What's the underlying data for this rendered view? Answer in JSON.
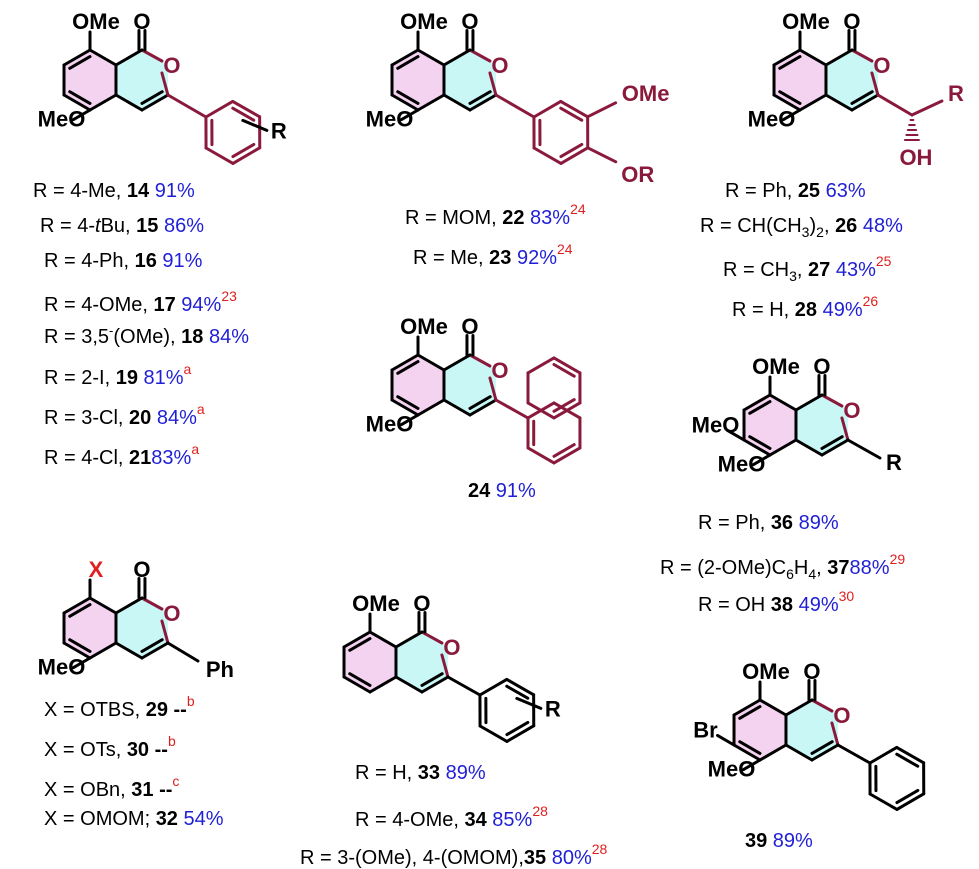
{
  "atoms": {
    "O": "O",
    "OMe": "OMe",
    "MeO": "MeO",
    "R": "R",
    "OR": "OR",
    "OH": "OH",
    "Ph": "Ph",
    "X": "X",
    "Br": "Br"
  },
  "ring_colors": {
    "benzene_fill": "#f4d3f1",
    "pyranone_fill": "#c8f7f6",
    "substituent_bond": "#8a1a3c",
    "heteroatom": "#8a1a3c",
    "x_label": "#e0201f"
  },
  "yield_color": "#1f1fd6",
  "ref_color": "#e0201f",
  "entries": [
    {
      "r": "R = 4-Me, ",
      "c": "14",
      "y": " 91%",
      "ref": ""
    },
    {
      "r": "R = 4-",
      "it": "t",
      "r2": "Bu, ",
      "c": "15",
      "y": " 86%",
      "ref": ""
    },
    {
      "r": "R = 4-Ph, ",
      "c": "16",
      "y": " 91%",
      "ref": ""
    },
    {
      "r": "R = 4-OMe, ",
      "c": "17",
      "y": " 94%",
      "ref": "23"
    },
    {
      "r": "R = 3,5",
      "sup": "-",
      "r2": "(OMe), ",
      "c": "18",
      "y": " 84%",
      "ref": ""
    },
    {
      "r": "R = 2-I, ",
      "c": "19",
      "y": " 81%",
      "ref": "a"
    },
    {
      "r": "R = 3-Cl, ",
      "c": "20",
      "y": " 84%",
      "ref": "a"
    },
    {
      "r": "R = 4-Cl, ",
      "c": "21",
      "y": "83%",
      "ref": "a"
    },
    {
      "r": "R = MOM, ",
      "c": "22",
      "y": " 83%",
      "ref": "24"
    },
    {
      "r": "R = Me, ",
      "c": "23",
      "y": " 92%",
      "ref": "24"
    },
    {
      "r": "",
      "c": "24",
      "y": " 91%",
      "ref": ""
    },
    {
      "r": "R = Ph, ",
      "c": "25",
      "y": "   63%",
      "ref": ""
    },
    {
      "r": "R = CH(CH",
      "sub": "3",
      "r2": ")",
      "sub2": "2",
      "r3": ", ",
      "c": "26",
      "y": " 48%",
      "ref": ""
    },
    {
      "r": "R = CH",
      "sub": "3",
      "r2": ", ",
      "c": "27",
      "y": " 43%",
      "ref": "25"
    },
    {
      "r": "R = H, ",
      "c": "28",
      "y": " 49%",
      "ref": "26"
    },
    {
      "r": "R = Ph, ",
      "c": "36",
      "y": " 89%",
      "ref": ""
    },
    {
      "r": "R = (2-OMe)C",
      "sub": "6",
      "r2": "H",
      "sub2": "4",
      "r3": ", ",
      "c": "37",
      "y": "88%",
      "ref": "29"
    },
    {
      "r": "R = OH  ",
      "c": "38",
      "y": " 49%",
      "ref": "30"
    },
    {
      "r": "X = OTBS, ",
      "c": "29",
      "y": " --",
      "ref": "b",
      "yb": true
    },
    {
      "r": "X = OTs, ",
      "c": "30",
      "y": " --",
      "ref": "b",
      "yb": true
    },
    {
      "r": "X = OBn, ",
      "c": "31",
      "y": " --",
      "ref": "c",
      "yb": true
    },
    {
      "r": "X = OMOM; ",
      "c": "32",
      "y": "  54%",
      "ref": ""
    },
    {
      "r": "R = H, ",
      "c": "33",
      "y": " 89%",
      "ref": ""
    },
    {
      "r": "R = 4-OMe, ",
      "c": "34",
      "y": " 85%",
      "ref": "28"
    },
    {
      "r": "R = 3-(OMe), 4-(OMOM),",
      "c": "35",
      "y": "  80%",
      "ref": "28"
    },
    {
      "r": "",
      "c": "39",
      "y": "  89%",
      "ref": ""
    }
  ]
}
